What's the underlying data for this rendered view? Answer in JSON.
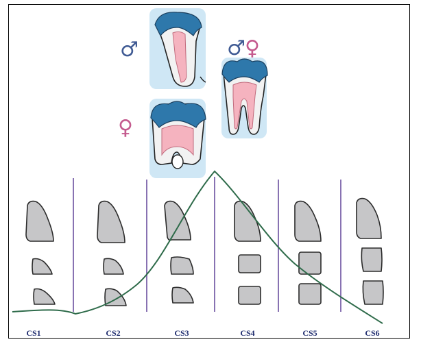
{
  "colors": {
    "male": "#3f5a93",
    "female": "#c45a8e",
    "divider": "#6b4f9e",
    "curve": "#2e6b4a",
    "vertebra_fill": "#c6c6c8",
    "vertebra_stroke": "#2b2b2b",
    "tooth_panel": "#cfe7f5",
    "enamel": "#2e78ab",
    "pulp": "#f5b3bf",
    "stage_label": "#1f2c6e"
  },
  "symbols": {
    "male_top": "♂",
    "female_mid": "♀",
    "both_male": "♂",
    "both_female": "♀"
  },
  "icons": [
    "tooth-canine-icon",
    "tooth-molar-incomplete-icon",
    "tooth-molar-complete-icon",
    "vertebra-icon",
    "male-symbol-icon",
    "female-symbol-icon"
  ],
  "stages": [
    {
      "label": "CS1"
    },
    {
      "label": "CS2"
    },
    {
      "label": "CS3"
    },
    {
      "label": "CS4"
    },
    {
      "label": "CS5"
    },
    {
      "label": "CS6"
    }
  ]
}
